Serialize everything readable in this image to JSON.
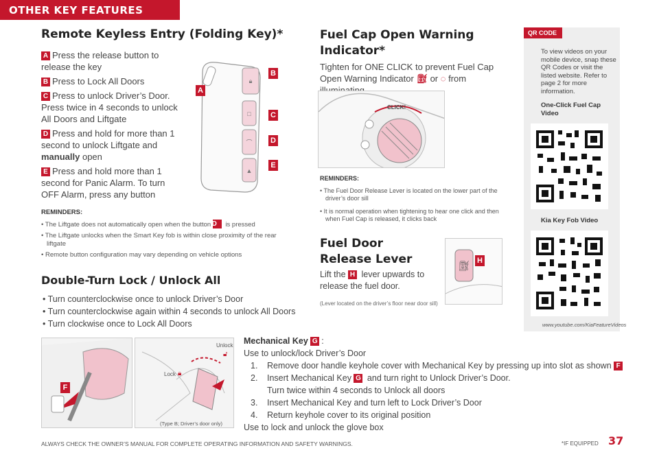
{
  "header": {
    "section": "OTHER KEY FEATURES"
  },
  "rke": {
    "title": "Remote Keyless Entry (Folding Key)*",
    "items": [
      {
        "letter": "A",
        "text": "Press the release button to release the key"
      },
      {
        "letter": "B",
        "text": "Press to Lock All Doors"
      },
      {
        "letter": "C",
        "text": "Press to unlock Driver’s Door. Press twice in 4 seconds to unlock All Doors and Liftgate"
      },
      {
        "letter": "D",
        "text_pre": "Press and hold for more than 1 second to unlock Liftgate and ",
        "text_bold": "manually",
        "text_post": " open"
      },
      {
        "letter": "E",
        "text": "Press and hold more than 1 second for Panic Alarm. To turn OFF Alarm, press any button"
      }
    ],
    "reminders_title": "REMINDERS:",
    "reminders": [
      {
        "pre": "The Liftgate does not automatically open when the button ",
        "letter": "D",
        "post": " is pressed"
      },
      {
        "pre": "The Liftgate unlocks when the Smart Key fob is within close proximity of the rear liftgate"
      },
      {
        "pre": "Remote button configuration may vary depending on vehicle options"
      }
    ]
  },
  "dtl": {
    "title": "Double-Turn Lock / Unlock All",
    "items": [
      "Turn counterclockwise once to unlock Driver’s Door",
      "Turn counterclockwise again within 4 seconds to unlock All Doors",
      "Turn clockwise once to Lock All Doors"
    ]
  },
  "fuel_cap": {
    "title": "Fuel Cap Open Warning Indicator*",
    "body_pre": "Tighten for ONE CLICK to prevent Fuel Cap Open Warning Indicator ",
    "body_or": " or ",
    "body_post": " from illuminating.",
    "image_label": "CLICK!",
    "reminders_title": "REMINDERS:",
    "reminders": [
      "The Fuel Door Release Lever is located on the lower part of the driver’s door sill",
      "It is normal operation when tightening to hear one click and then when Fuel Cap is released, it clicks back"
    ]
  },
  "fuel_door": {
    "title": "Fuel Door Release Lever",
    "body_pre": "Lift the ",
    "letter": "H",
    "body_post": " lever upwards to release the fuel door.",
    "note": "(Lever located on the driver’s floor near door sill)"
  },
  "qr": {
    "tab": "QR CODE",
    "intro": "To view videos on your mobile device, snap these QR Codes or visit the listed website. Refer to page 2 for more information.",
    "label1": "One-Click Fuel Cap Video",
    "label2": "Kia Key Fob Video",
    "url": "www.youtube.com/KiaFeatureVideos"
  },
  "lock_image": {
    "unlock": "Unlock",
    "lock": "Lock",
    "caption": "(Type B; Driver’s door only)"
  },
  "mech_key": {
    "title": "Mechanical Key",
    "title_letter": "G",
    "intro": "Use to unlock/lock Driver’s Door",
    "steps": [
      {
        "n": "1.",
        "pre": "Remove door handle keyhole cover with Mechanical Key by pressing up into slot as shown ",
        "letter": "F"
      },
      {
        "n": "2.",
        "pre": "Insert Mechanical Key ",
        "letter": "G",
        "post": " and turn right to Unlock Driver’s Door."
      },
      {
        "n": "3.",
        "pre": "Insert Mechanical Key and turn left to Lock Driver’s Door"
      },
      {
        "n": "4.",
        "pre": "Return keyhole cover to its original position"
      }
    ],
    "step2_sub": "Turn twice within 4 seconds to Unlock all doors",
    "outro": "Use to lock and unlock the glove box"
  },
  "footer": {
    "left": "ALWAYS CHECK THE OWNER’S MANUAL FOR COMPLETE OPERATING INFORMATION AND SAFETY WARNINGS.",
    "right": "*IF EQUIPPED",
    "page": "37"
  },
  "callouts": [
    "A",
    "B",
    "C",
    "D",
    "E",
    "F",
    "H"
  ]
}
